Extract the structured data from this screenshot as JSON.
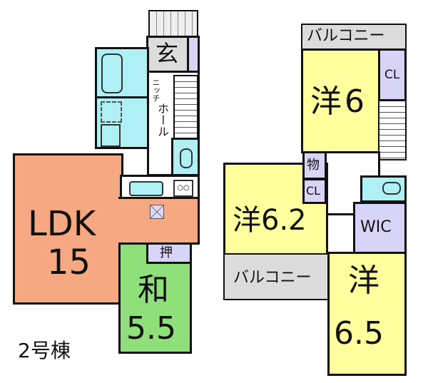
{
  "building_label": "2号棟",
  "floor1": {
    "entrance": "玄",
    "niche": "ニッチ",
    "hall": "ホール",
    "ldk": {
      "name": "LDK",
      "size": "15"
    },
    "closet": "押",
    "washitsu": {
      "name": "和",
      "size": "5.5"
    }
  },
  "floor2": {
    "balcony_top": "バルコニー",
    "room1": {
      "name": "洋",
      "size": "6"
    },
    "room1_closet": "CL",
    "storage": "物",
    "room2_closet": "CL",
    "room2": {
      "name": "洋",
      "size": "6.2"
    },
    "wic": "WIC",
    "balcony_bottom": "バルコニー",
    "room3": {
      "name": "洋",
      "size": "6.5"
    }
  },
  "colors": {
    "ldk": "#f5a882",
    "washitsu": "#8fe07a",
    "western": "#ffff9e",
    "closet": "#d8d4f8",
    "water": "#aef0f4",
    "balcony": "#dcdcdc"
  }
}
